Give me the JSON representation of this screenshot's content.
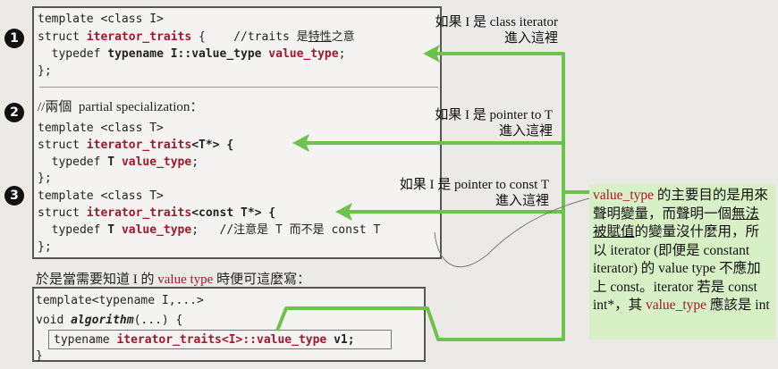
{
  "block1": {
    "line1": "template <class I>",
    "line2_a": "struct ",
    "line2_b": "iterator_traits",
    "line2_c": " {    ",
    "line2_comment_a": "//traits 是",
    "line2_comment_b": "特性",
    "line2_comment_c": "之意",
    "line3_a": "  typedef ",
    "line3_b": "typename I::value_type",
    "line3_c": " ",
    "line3_d": "value_type",
    "line3_e": ";",
    "line4": "};"
  },
  "block2": {
    "comment": "//兩個  partial specialization：",
    "line1": "template <class T>",
    "line2_a": "struct ",
    "line2_b": "iterator_traits",
    "line2_c": "<T*> {",
    "line3_a": "  typedef ",
    "line3_b": "T",
    "line3_c": " ",
    "line3_d": "value_type",
    "line3_e": ";",
    "line4": "};"
  },
  "block3": {
    "line1": "template <class T>",
    "line2_a": "struct ",
    "line2_b": "iterator_traits",
    "line2_c": "<const T*> {",
    "line3_a": "  typedef ",
    "line3_b": "T",
    "line3_c": " ",
    "line3_d": "value_type",
    "line3_e": ";   //注意是 T 而不是 const T",
    "line4": "};"
  },
  "badges": [
    "1",
    "2",
    "3"
  ],
  "notes": {
    "n1_l1": "如果 I 是 class iterator",
    "n1_l2": "進入這裡",
    "n2_l1": "如果 I 是 pointer to T",
    "n2_l2": "進入這裡",
    "n3_l1": "如果 I 是 pointer to const T",
    "n3_l2": "進入這裡"
  },
  "caption": {
    "a": "於是當需要知道 I 的 ",
    "b": "value type",
    "c": " 時便可這麼寫："
  },
  "block4": {
    "line1": "template<typename I,...>",
    "line2_a": "void ",
    "line2_b": "algorithm",
    "line2_c": "(...) {",
    "line3_a": "typename ",
    "line3_b": "iterator_traits<I>::value_type",
    "line3_c": " v1;",
    "line4": "}"
  },
  "side_note": {
    "p1": "value_type",
    "p2": " 的主要目的是用來聲明變量，而聲明一個",
    "p3": "無法被賦值",
    "p4": "的變量沒什麼用，所以 iterator (即便是 constant iterator) 的 value type 不應加上 const。iterator 若是 const int*，其 ",
    "p5": "value_type",
    "p6": " 應該是 int"
  },
  "colors": {
    "arrow": "#6cc24a",
    "accent": "#a0182d",
    "note_bg": "#d8f0c6"
  }
}
